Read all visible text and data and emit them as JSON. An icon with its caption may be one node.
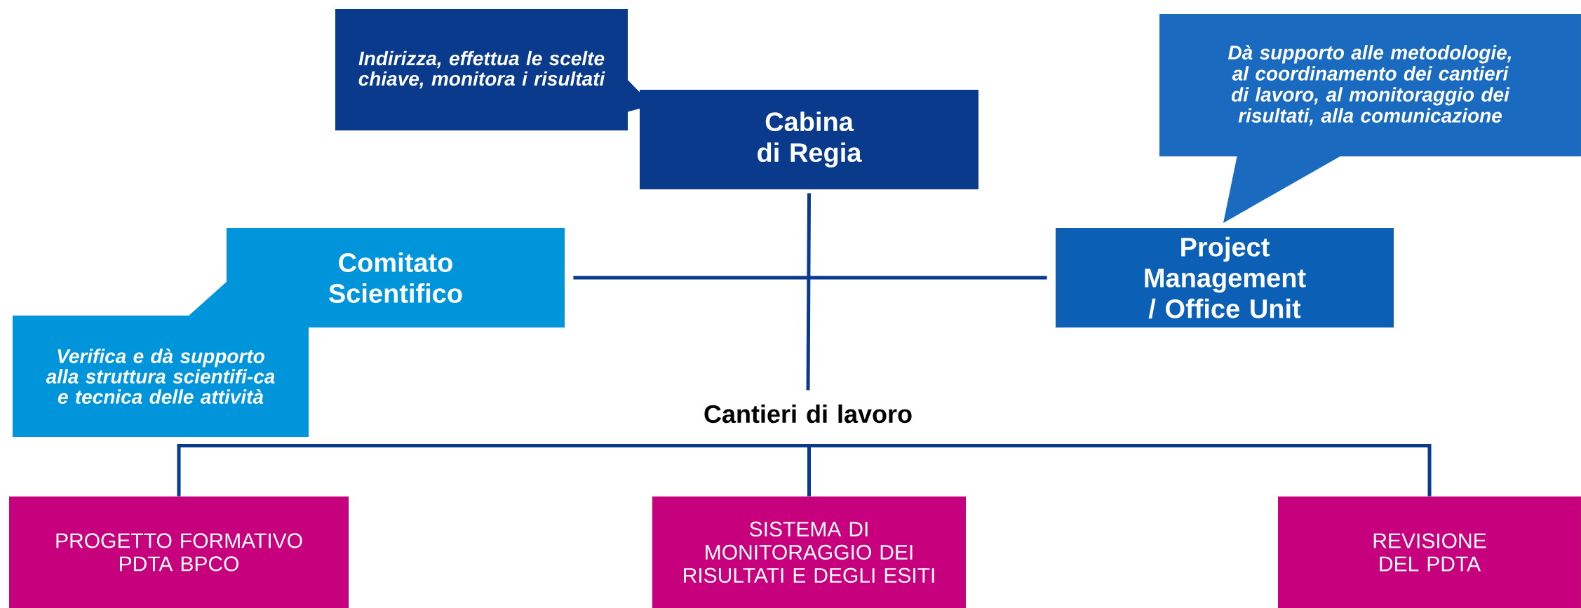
{
  "diagram": {
    "nodes": [
      {
        "text": [
          "Indirizza, effettua le scelte chiave, monitora i risultati"
        ]
      },
      {
        "text": [
          "Cabina di Regia"
        ]
      },
      {
        "text": [
          "Dà supporto alle metodologie, al coordinamento dei cantieri di lavoro, al monitoraggio dei risultati, alla comunicazione"
        ]
      },
      {
        "text": [
          "Comitato Scientifico"
        ]
      },
      {
        "text": [
          "Project Management / Office Unit"
        ]
      },
      {
        "text": [
          "Verifica e dà supporto alla struttura scientifi-ca e tecnica delle attività"
        ]
      },
      {
        "text": [
          "Cantieri di lavoro"
        ]
      },
      {
        "text": [
          "PROGETTO FORMATIVO PDTA BPCO"
        ]
      },
      {
        "text": [
          "SISTEMA DI MONITORAGGIO DEI RISULTATI E DEGLI ESITI"
        ]
      },
      {
        "text": [
          "REVISIONE DEL PDTA"
        ]
      }
    ],
    "edges": [
      {
        "from": 1,
        "to": 6,
        "arrow": "none"
      },
      {
        "from": 3,
        "to": 4,
        "arrow": "none"
      },
      {
        "from": 6,
        "to": 7,
        "arrow": "none"
      },
      {
        "from": 6,
        "to": 8,
        "arrow": "none"
      },
      {
        "from": 6,
        "to": 9,
        "arrow": "none"
      }
    ]
  }
}
